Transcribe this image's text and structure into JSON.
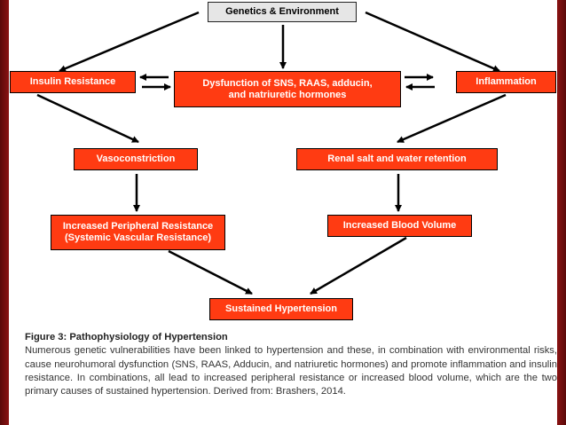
{
  "diagram": {
    "nodes": {
      "genetics": "Genetics & Environment",
      "insulin": "Insulin Resistance",
      "dysfunction_line1": "Dysfunction of SNS, RAAS, adducin,",
      "dysfunction_line2": "and natriuretic hormones",
      "inflammation": "Inflammation",
      "vasoconstriction": "Vasoconstriction",
      "renal": "Renal salt and water retention",
      "peripheral_line1": "Increased Peripheral Resistance",
      "peripheral_line2": "(Systemic Vascular Resistance)",
      "blood_volume": "Increased Blood Volume",
      "sustained": "Sustained Hypertension"
    },
    "colors": {
      "box_fill": "#ff3b12",
      "top_box_fill": "#e6e6e6",
      "frame": "#7a0f0f"
    }
  },
  "caption": {
    "title": "Figure 3: Pathophysiology of Hypertension",
    "body": "Numerous genetic vulnerabilities have been linked to hypertension and these, in combination with environmental risks, cause neurohumoral dysfunction (SNS, RAAS, Adducin, and natriuretic hormones) and promote inflammation and insulin resistance. In combinations, all lead to increased peripheral resistance or increased blood volume, which are the two primary causes of sustained hypertension. Derived from: Brashers, 2014."
  }
}
